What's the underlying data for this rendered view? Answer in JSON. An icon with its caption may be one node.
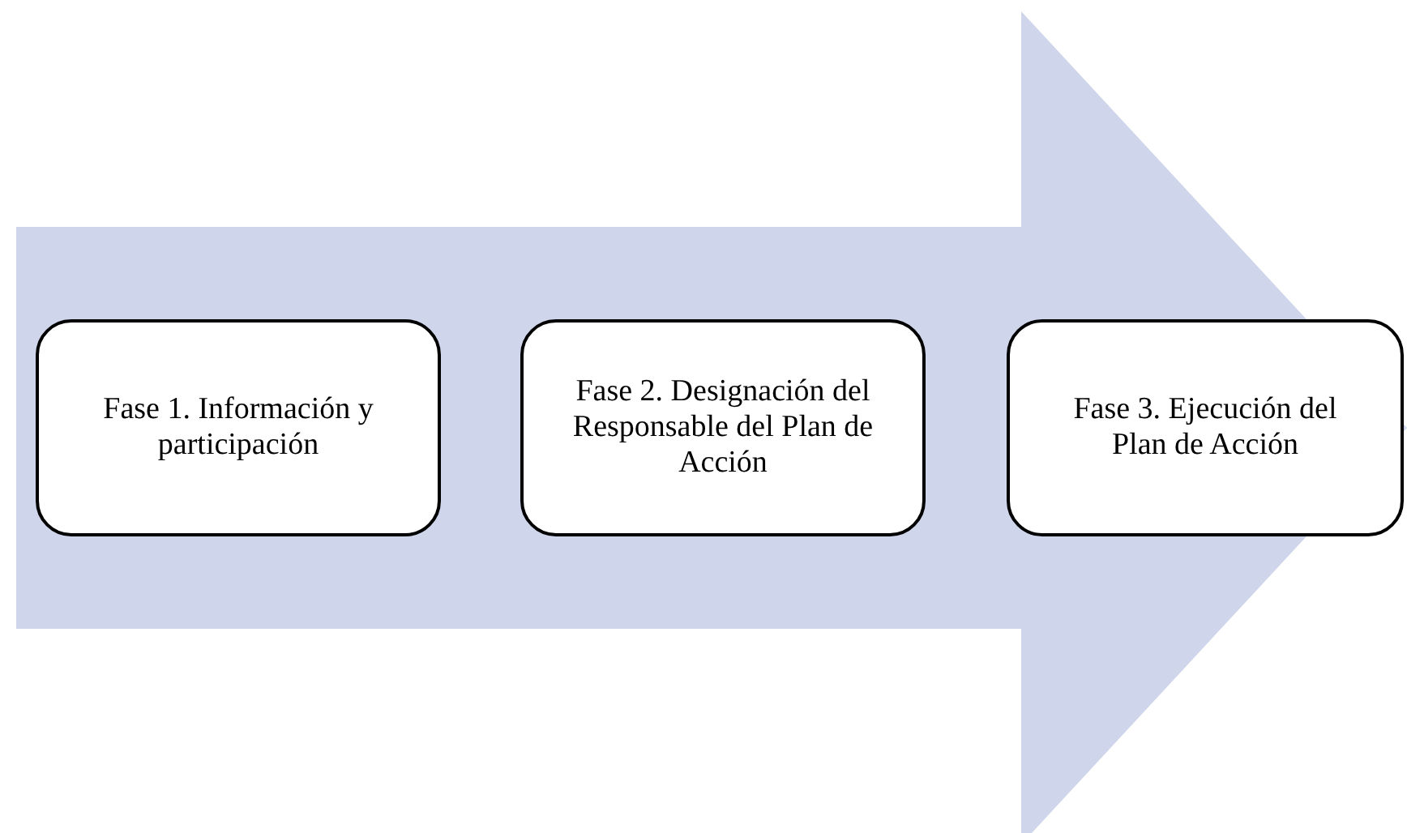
{
  "diagram": {
    "nodes": [
      {
        "text": [
          "Fase 1. Información y participación"
        ]
      },
      {
        "text": [
          "Fase 2. Designación del Responsable del Plan de Acción"
        ]
      },
      {
        "text": [
          "Fase 3. Ejecución del Plan de Acción"
        ]
      }
    ],
    "edges": [
      {
        "from": 0,
        "to": 2,
        "arrow": "to"
      }
    ]
  }
}
